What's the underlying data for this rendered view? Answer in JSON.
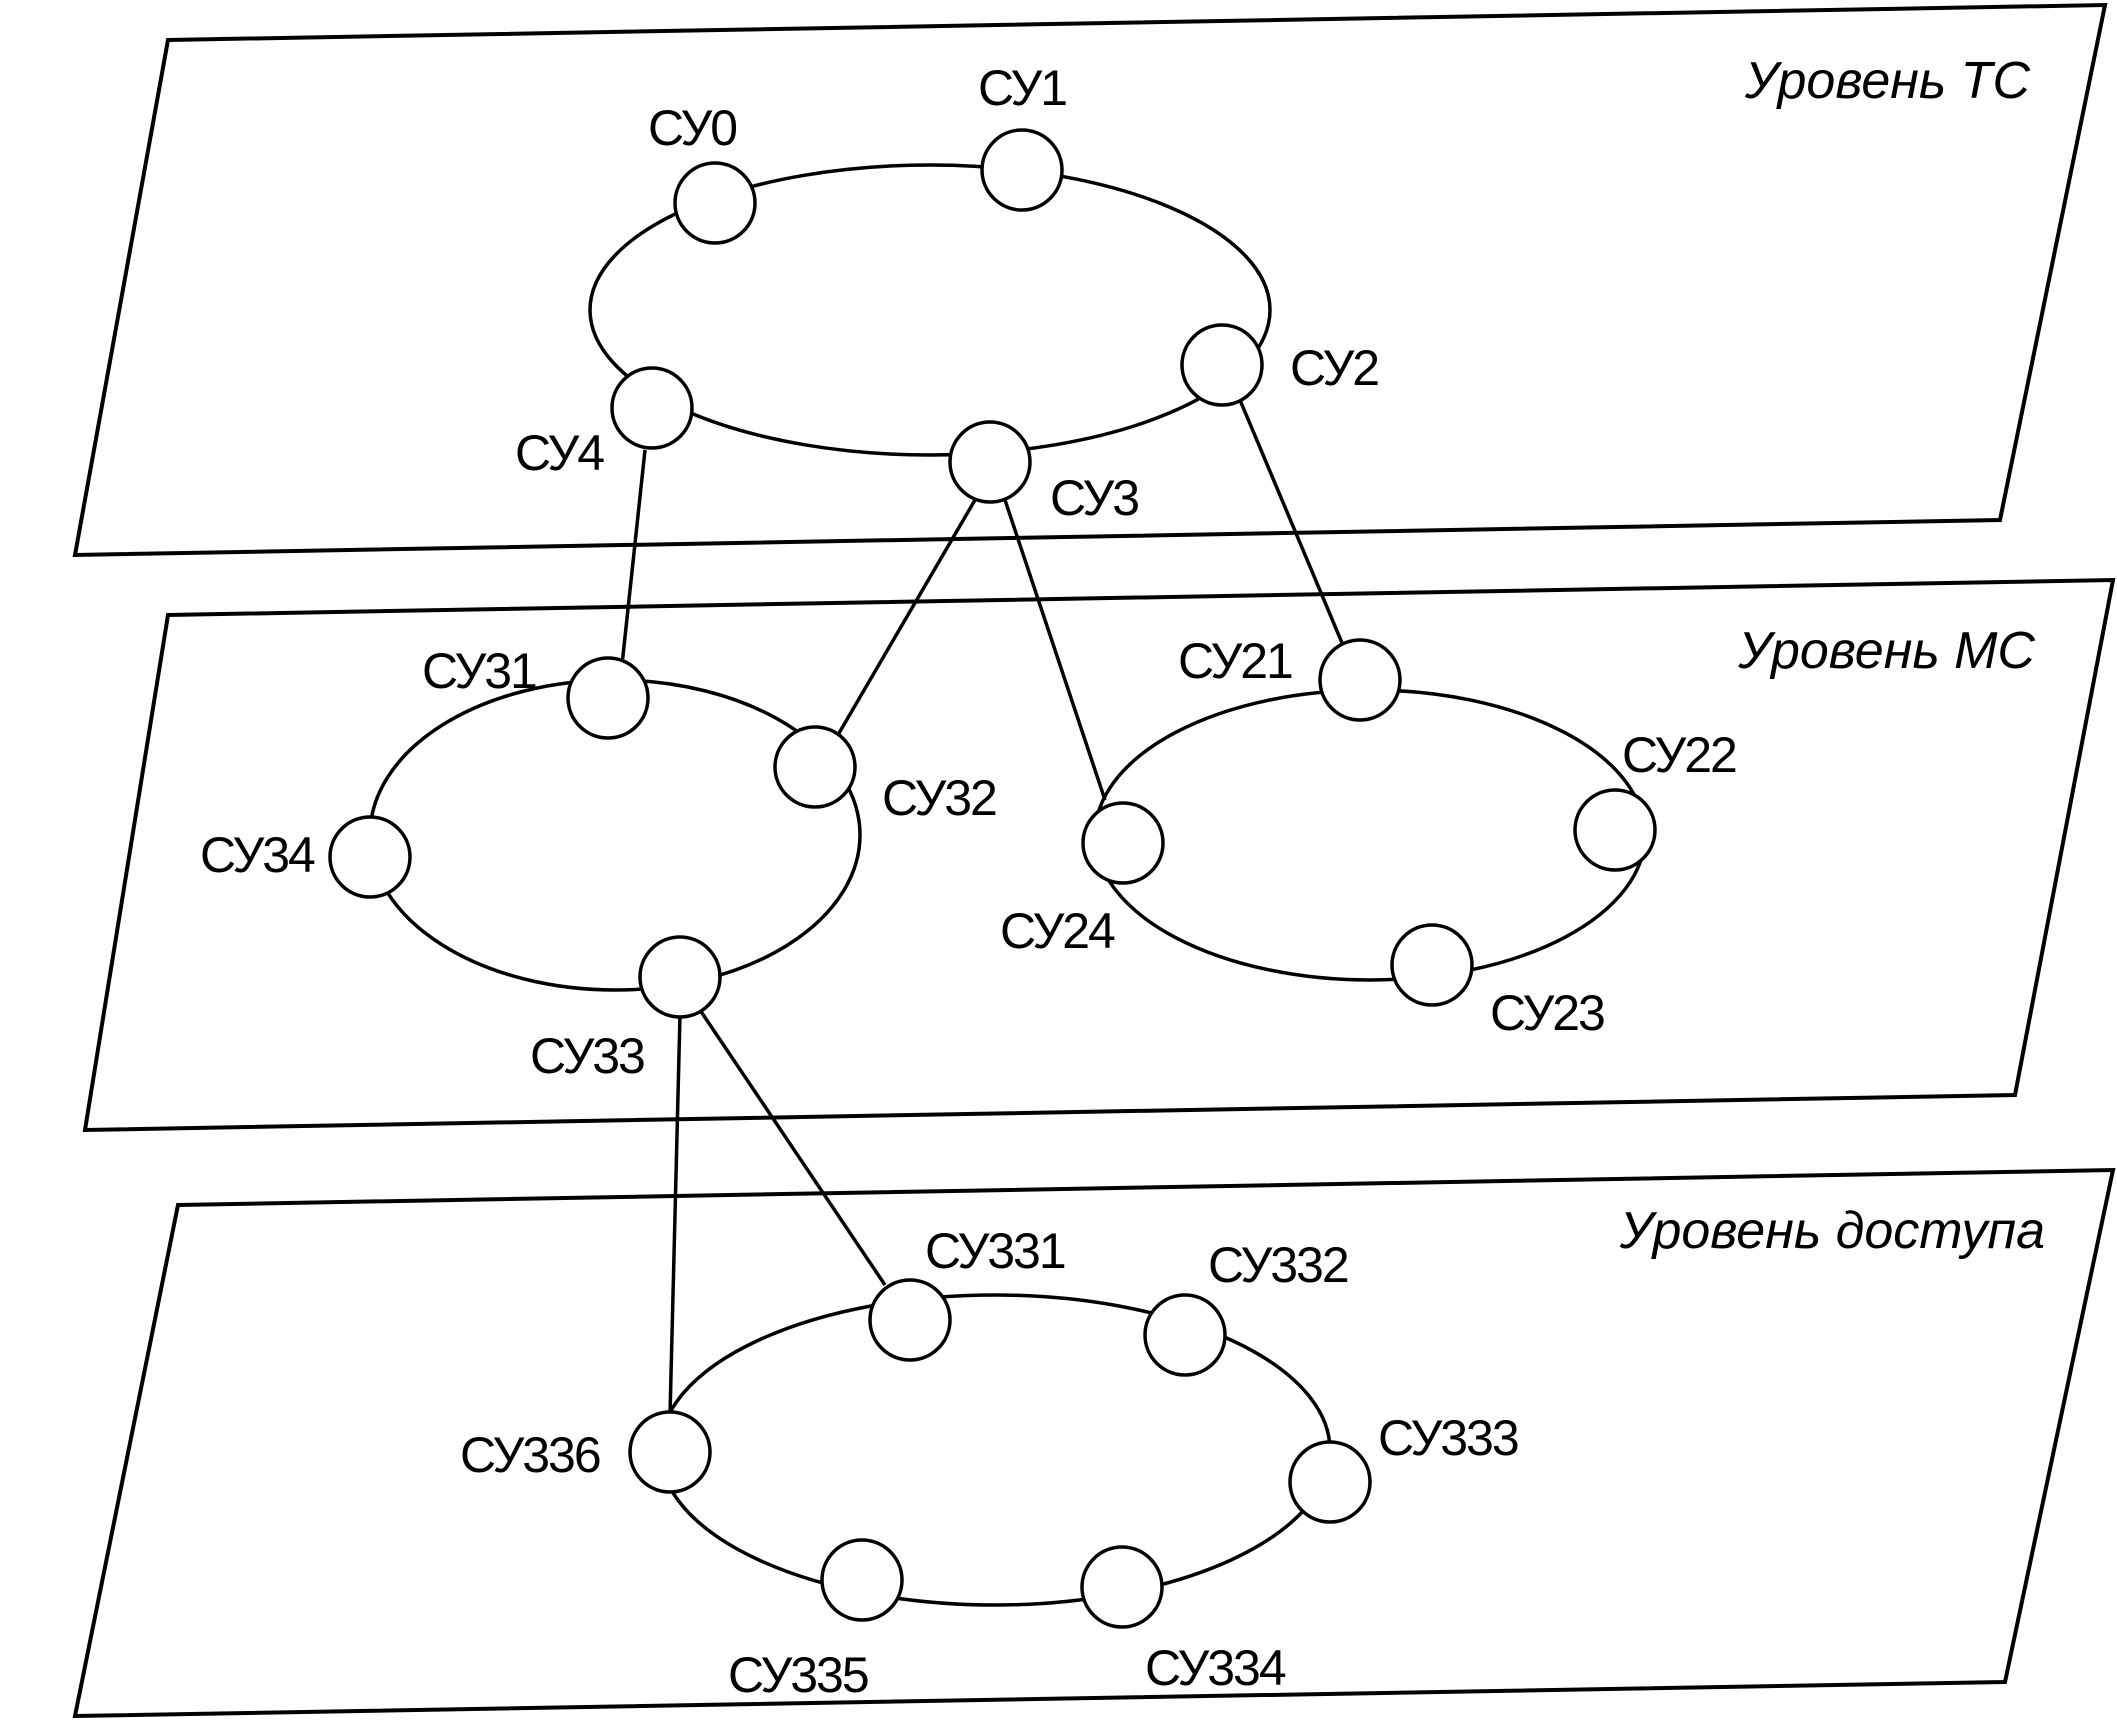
{
  "levels": {
    "tc": "Уровень ТС",
    "mc": "Уровень МС",
    "access": "Уровень доступа"
  },
  "nodes": {
    "cy0": "СУ0",
    "cy1": "СУ1",
    "cy2": "СУ2",
    "cy3": "СУ3",
    "cy4": "СУ4",
    "cy31": "СУ31",
    "cy32": "СУ32",
    "cy33": "СУ33",
    "cy34": "СУ34",
    "cy21": "СУ21",
    "cy22": "СУ22",
    "cy23": "СУ23",
    "cy24": "СУ24",
    "cy331": "СУ331",
    "cy332": "СУ332",
    "cy333": "СУ333",
    "cy334": "СУ334",
    "cy335": "СУ335",
    "cy336": "СУ336"
  }
}
